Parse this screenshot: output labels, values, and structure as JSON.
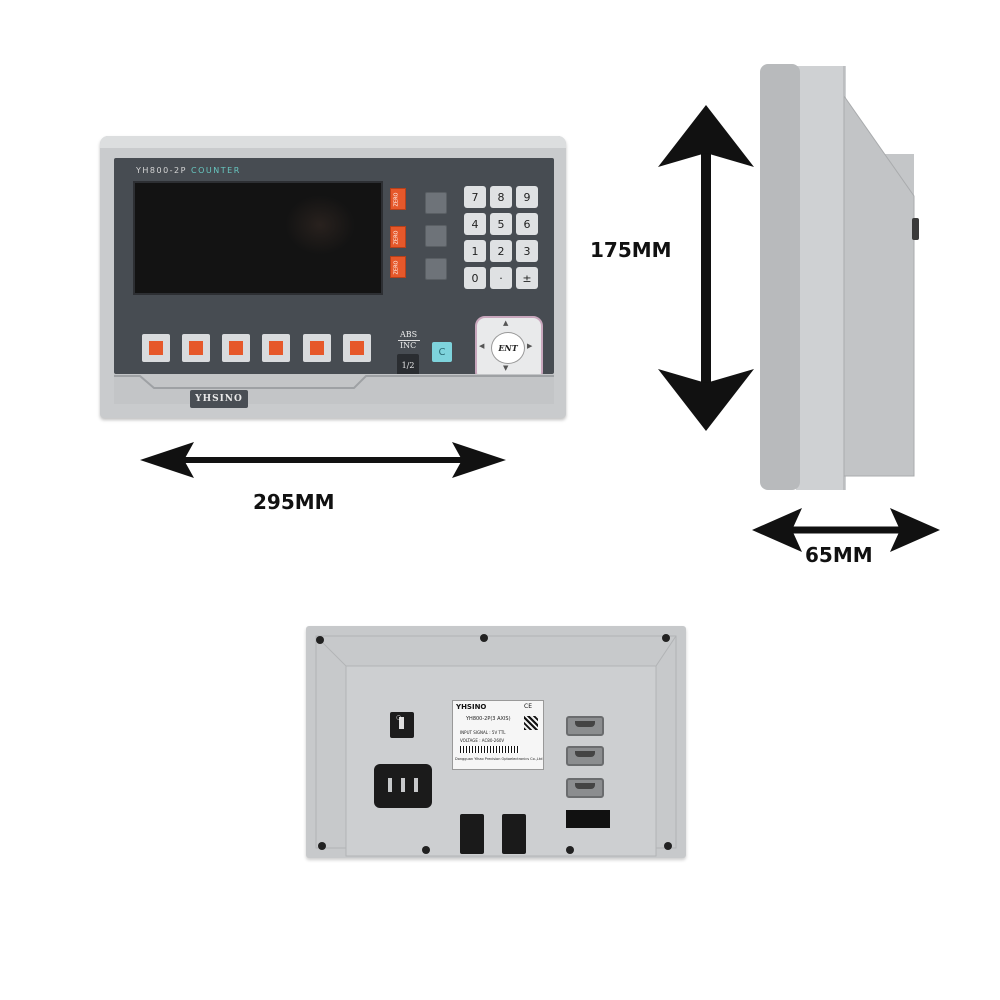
{
  "front_view": {
    "model_label_main": "YH800-2P",
    "model_label_accent": "COUNTER",
    "zero_buttons": [
      "ZERO",
      "ZERO",
      "ZERO"
    ],
    "keypad": [
      "7",
      "8",
      "9",
      "4",
      "5",
      "6",
      "1",
      "2",
      "3",
      "0",
      "·",
      "±"
    ],
    "mode_abs": "ABS",
    "mode_inc": "INC",
    "half_key": "1/2",
    "clear_key": "C",
    "enter_key": "ENT",
    "brand": "YHSINO"
  },
  "dimensions": {
    "width": "295MM",
    "height": "175MM",
    "depth": "65MM"
  },
  "rear_view": {
    "switch_symbol": "○",
    "label_brand": "YHSINO",
    "label_model": "YH800-2P(3 AXIS)",
    "label_input": "INPUT SIGNAL : 5V TTL",
    "label_voltage": "VOLTAGE : AC80-260V",
    "label_maker": "Dongguan Yihao Precision Optoelectronics Co.,Ltd",
    "ce_mark": "CE"
  },
  "colors": {
    "housing": "#c9cbcd",
    "panel": "#474c52",
    "zero_button": "#e6582a",
    "clear_key": "#7ed3dc",
    "accent_text": "#67c7c0"
  }
}
